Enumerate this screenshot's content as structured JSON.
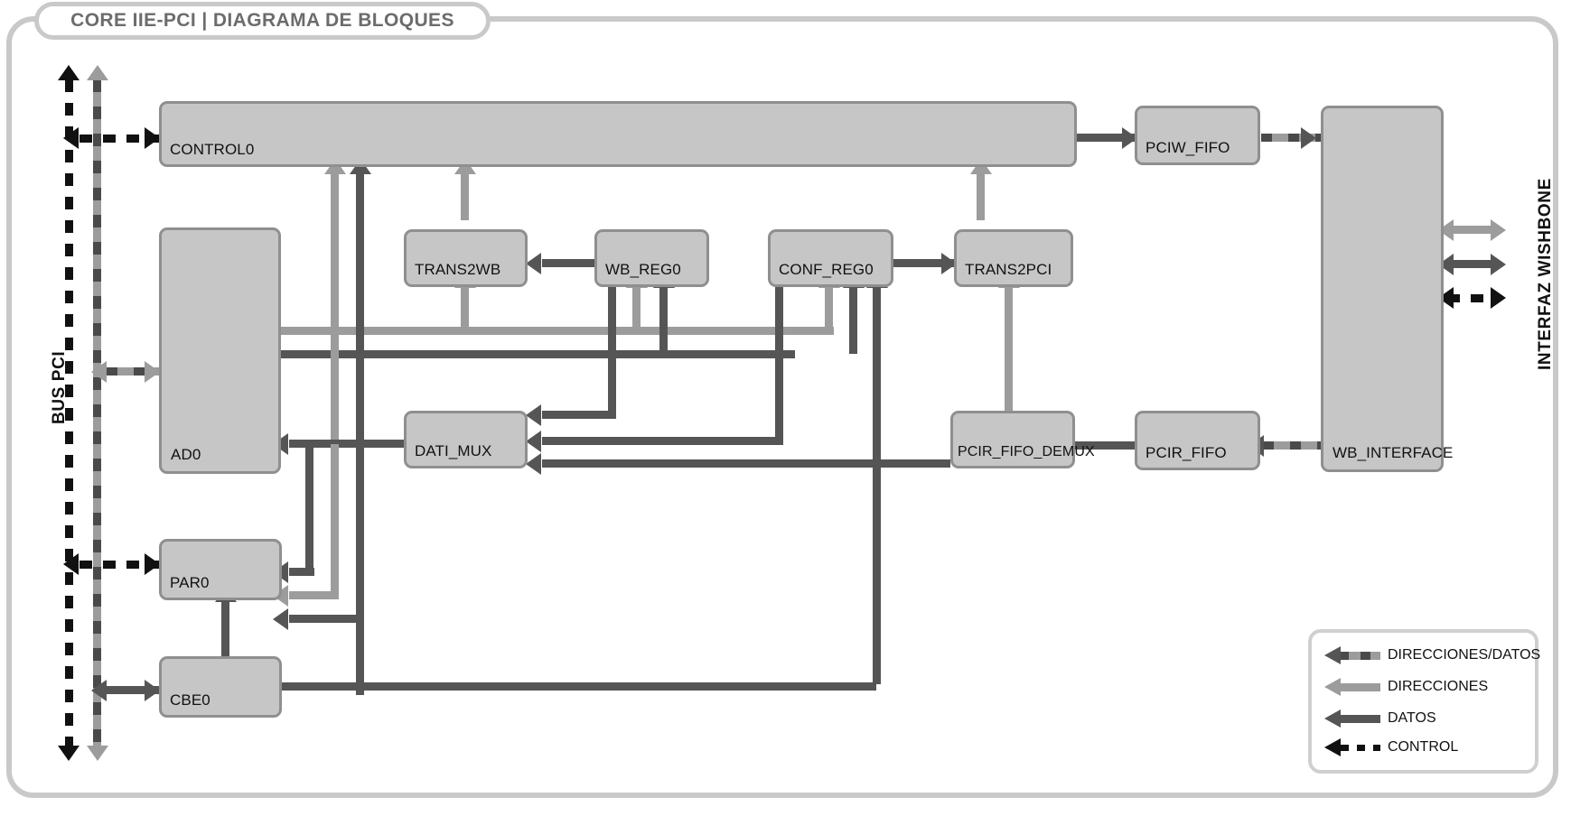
{
  "title": "CORE IIE-PCI | DIAGRAMA DE BLOQUES",
  "side_labels": {
    "left": "BUS PCI",
    "right": "INTERFAZ WISHBONE"
  },
  "blocks": [
    {
      "id": "control0",
      "label": "CONTROL0"
    },
    {
      "id": "ad0",
      "label": "AD0"
    },
    {
      "id": "trans2wb",
      "label": "TRANS2WB"
    },
    {
      "id": "wb_reg0",
      "label": "WB_REG0"
    },
    {
      "id": "conf_reg0",
      "label": "CONF_REG0"
    },
    {
      "id": "trans2pci",
      "label": "TRANS2PCI"
    },
    {
      "id": "pciw_fifo",
      "label": "PCIW_FIFO"
    },
    {
      "id": "wb_interface",
      "label": "WB_INTERFACE"
    },
    {
      "id": "dati_mux",
      "label": "DATI_MUX"
    },
    {
      "id": "pcir_fifo_demux",
      "label": "PCIR_FIFO_DEMUX"
    },
    {
      "id": "pcir_fifo",
      "label": "PCIR_FIFO"
    },
    {
      "id": "par0",
      "label": "PAR0"
    },
    {
      "id": "cbe0",
      "label": "CBE0"
    }
  ],
  "legend": {
    "items": [
      {
        "key": "direcciones_datos",
        "label": "DIRECCIONES/DATOS",
        "style": "dashed-grey-bar",
        "color": "#9c9c9c"
      },
      {
        "key": "direcciones",
        "label": "DIRECCIONES",
        "style": "solid-light-grey",
        "color": "#9c9c9c"
      },
      {
        "key": "datos",
        "label": "DATOS",
        "style": "solid-dark-grey",
        "color": "#555555"
      },
      {
        "key": "control",
        "label": "CONTROL",
        "style": "dashed-black",
        "color": "#111111"
      }
    ]
  },
  "colors": {
    "block_fill": "#c6c6c6",
    "block_border": "#8f8f8f",
    "frame": "#c9c9c9",
    "datos": "#555555",
    "direcciones": "#9c9c9c",
    "control": "#111111",
    "background": "#ffffff"
  }
}
